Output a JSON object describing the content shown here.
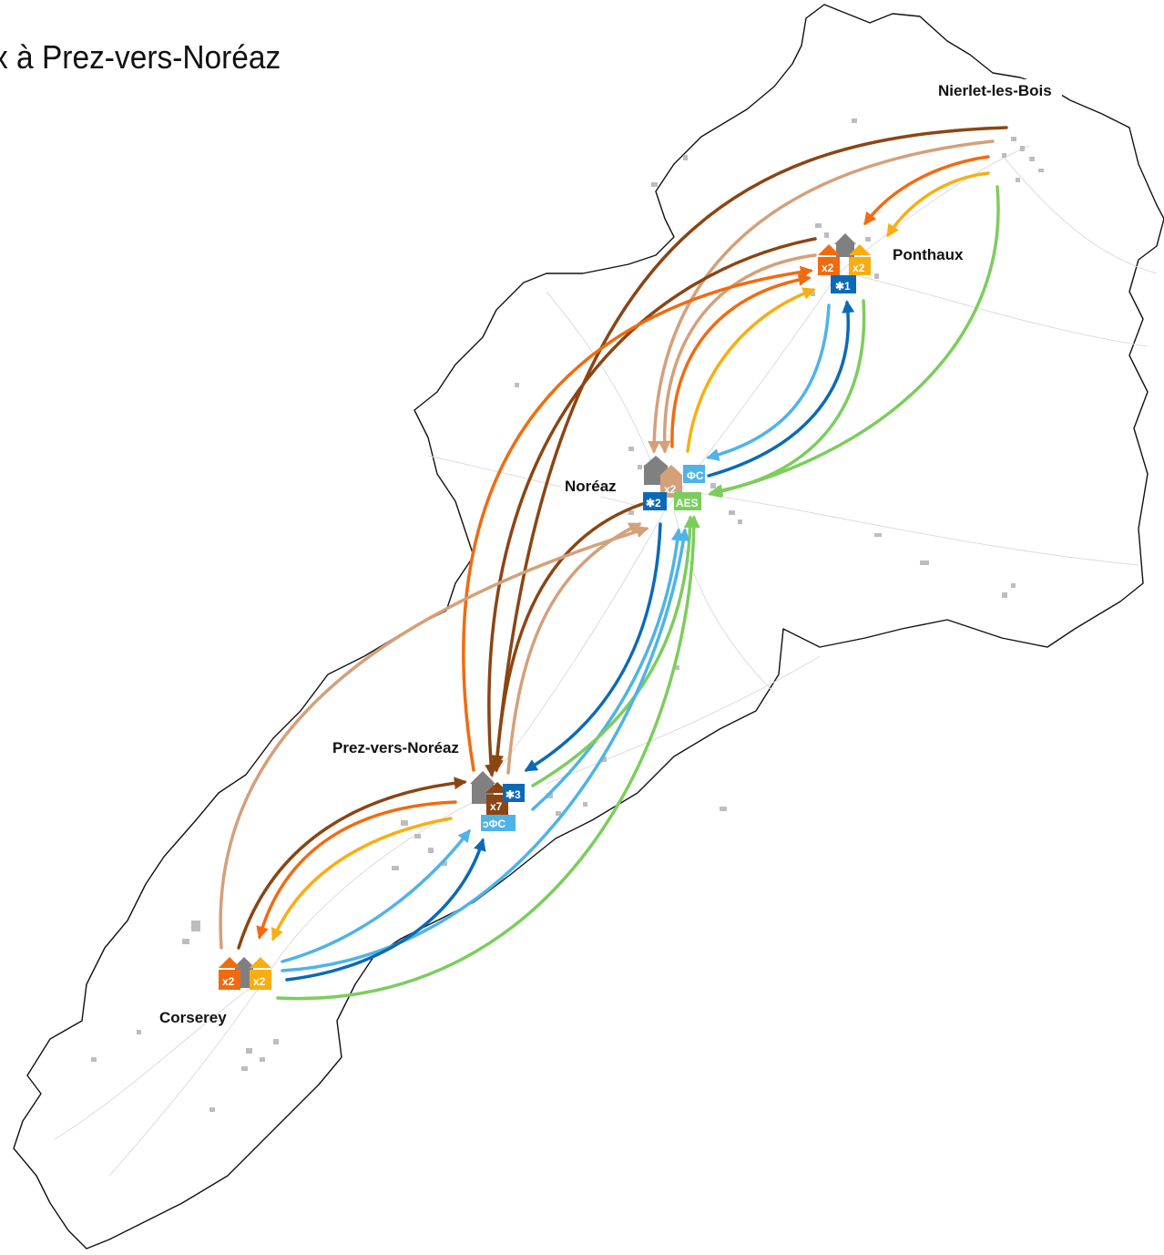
{
  "title": "x à Prez-vers-Noréaz",
  "places": {
    "nierlet": "Nierlet-les-Bois",
    "ponthaux": "Ponthaux",
    "noreaz": "Noréaz",
    "prez": "Prez-vers-Noréaz",
    "corserey": "Corserey"
  },
  "badges": {
    "ponthaux_orange": "x2",
    "ponthaux_yellow": "x2",
    "ponthaux_blue": "✱1",
    "noreaz_blue": "✱2",
    "noreaz_tan": "x2",
    "noreaz_green": "AES",
    "prez_brown": "x7",
    "prez_blue": "✱3",
    "corserey_orange": "x2",
    "corserey_yellow": "x2"
  },
  "colors": {
    "brown": "#8b4513",
    "tan": "#d4a07a",
    "orange": "#f26a10",
    "yellow": "#f8ae12",
    "green": "#7ccd5c",
    "light_blue": "#4fb3e8",
    "dark_blue": "#0a6ab8",
    "grey": "#808080"
  }
}
